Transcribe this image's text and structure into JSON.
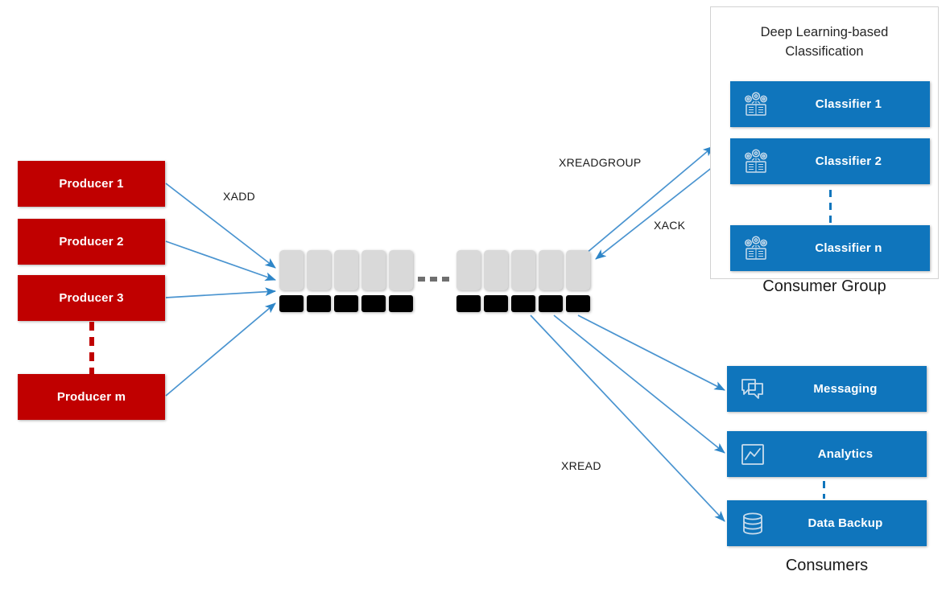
{
  "diagram": {
    "title": "Redis Streams producer-consumer architecture",
    "colors": {
      "producer_red": "#C00000",
      "node_blue": "#0F75BC",
      "arrow_blue": "#2E86C8",
      "stream_cell_gray": "#D9D9D9",
      "stream_cell_black": "#000000",
      "panel_border": "#D2D2D2"
    }
  },
  "producers": {
    "items": [
      {
        "label": "Producer 1"
      },
      {
        "label": "Producer 2"
      },
      {
        "label": "Producer 3"
      },
      {
        "label": "Producer m"
      }
    ],
    "ellipsis": "vertical-dashed-red"
  },
  "stream": {
    "left_segment_cells": 5,
    "right_segment_cells": 5,
    "gap_marker": "horizontal-dashed-gray"
  },
  "consumer_group": {
    "title_line1": "Deep Learning-based",
    "title_line2": "Classification",
    "caption": "Consumer Group",
    "items": [
      {
        "label": "Classifier 1",
        "icon": "gears-book-icon"
      },
      {
        "label": "Classifier 2",
        "icon": "gears-book-icon"
      },
      {
        "label": "Classifier n",
        "icon": "gears-book-icon"
      }
    ],
    "ellipsis": "vertical-dashed-blue"
  },
  "consumers": {
    "caption": "Consumers",
    "items": [
      {
        "label": "Messaging",
        "icon": "chat-bubbles-icon"
      },
      {
        "label": "Analytics",
        "icon": "line-chart-icon"
      },
      {
        "label": "Data Backup",
        "icon": "database-icon"
      }
    ],
    "ellipsis": "vertical-dashed-blue"
  },
  "commands": {
    "xadd": "XADD",
    "xreadgroup": "XREADGROUP",
    "xack": "XACK",
    "xread": "XREAD"
  }
}
